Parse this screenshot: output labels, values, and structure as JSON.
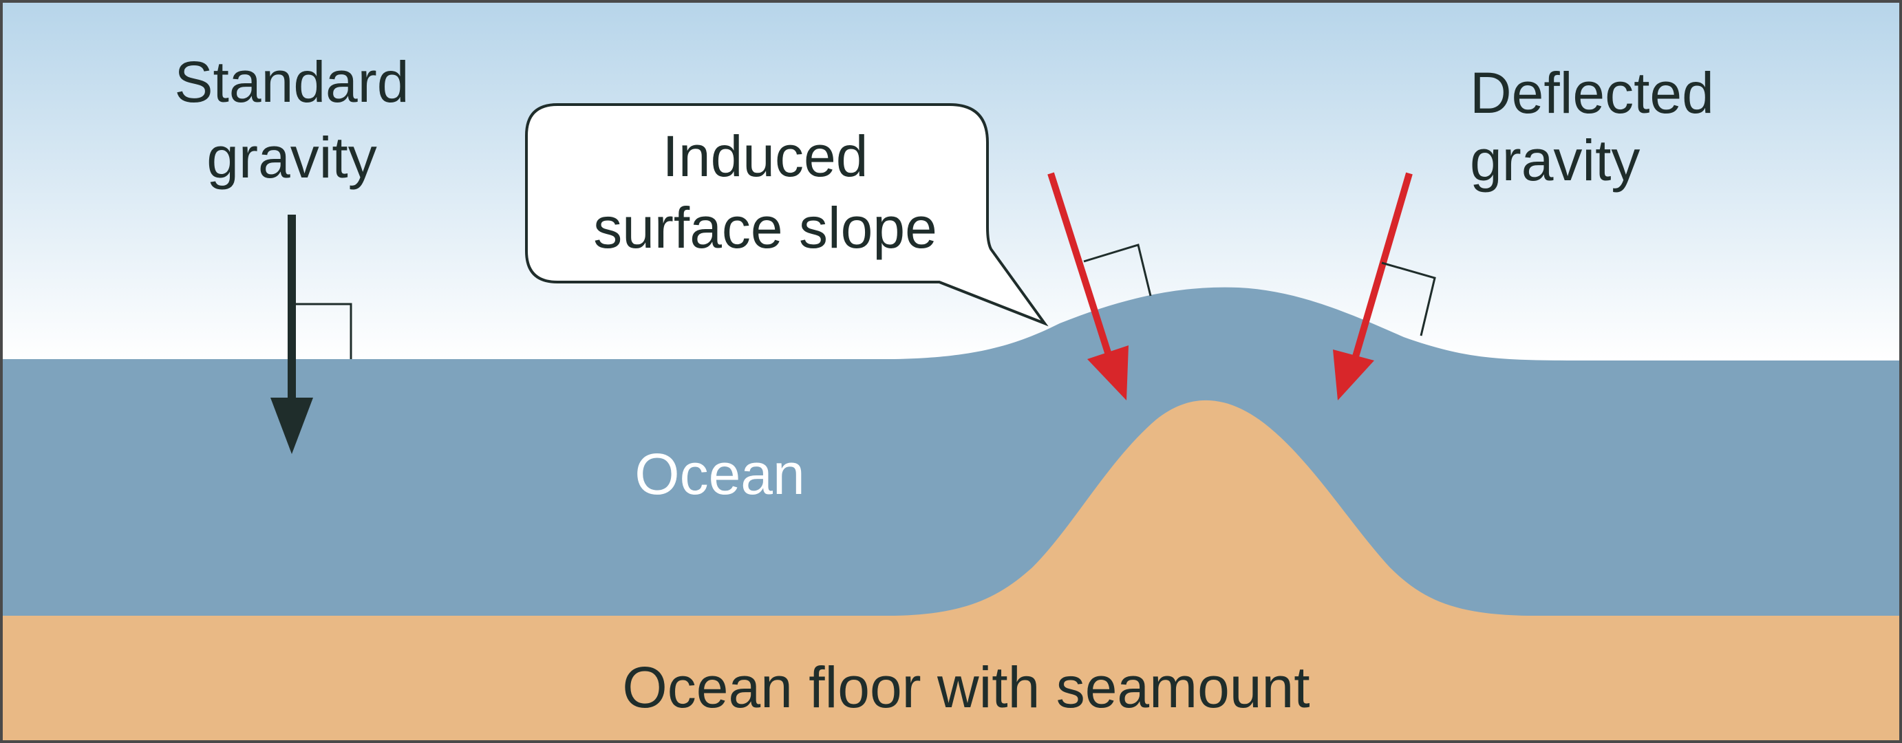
{
  "labels": {
    "standard_gravity_line1": "Standard",
    "standard_gravity_line2": "gravity",
    "deflected_gravity_line1": "Deflected",
    "deflected_gravity_line2": "gravity",
    "induced_slope_line1": "Induced",
    "induced_slope_line2": "surface slope",
    "ocean": "Ocean",
    "ocean_floor": "Ocean floor with seamount"
  },
  "colors": {
    "sky_top": "#b7d5ea",
    "sky_bottom": "#ffffff",
    "ocean": "#7ea3bd",
    "seafloor": "#e9b985",
    "standard_arrow": "#1f2d2b",
    "deflected_arrow": "#d8262a",
    "border": "#4a4a4a"
  }
}
